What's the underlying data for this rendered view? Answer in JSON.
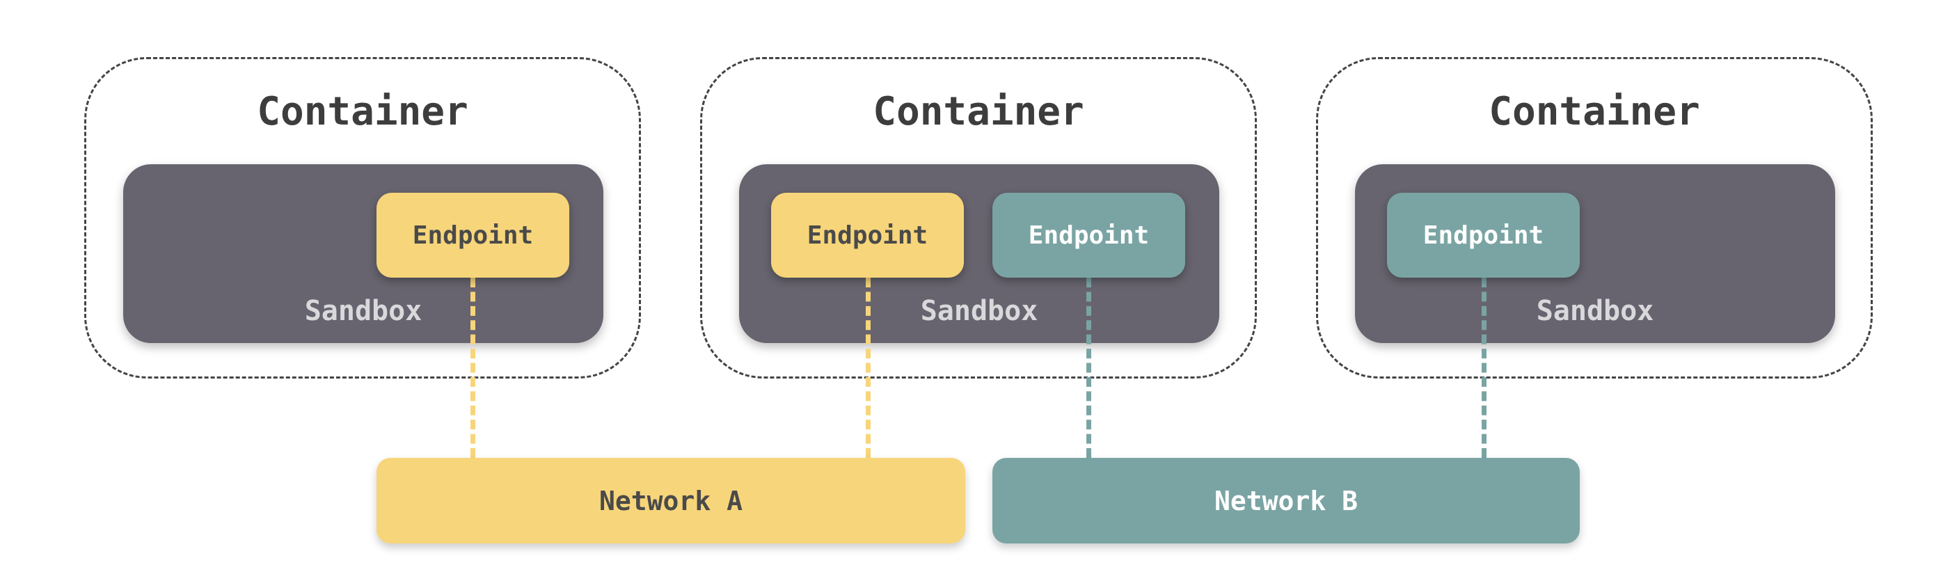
{
  "containers": [
    {
      "title": "Container",
      "sandbox_label": "Sandbox",
      "endpoints": [
        {
          "label": "Endpoint",
          "network": "A"
        }
      ]
    },
    {
      "title": "Container",
      "sandbox_label": "Sandbox",
      "endpoints": [
        {
          "label": "Endpoint",
          "network": "A"
        },
        {
          "label": "Endpoint",
          "network": "B"
        }
      ]
    },
    {
      "title": "Container",
      "sandbox_label": "Sandbox",
      "endpoints": [
        {
          "label": "Endpoint",
          "network": "B"
        }
      ]
    }
  ],
  "networks": [
    {
      "label": "Network A",
      "color": "#f7d57a"
    },
    {
      "label": "Network B",
      "color": "#7aa4a3"
    }
  ],
  "colors": {
    "sandbox": "#67646f",
    "network_a": "#f7d57a",
    "network_b": "#7aa4a3",
    "border": "#444444"
  }
}
